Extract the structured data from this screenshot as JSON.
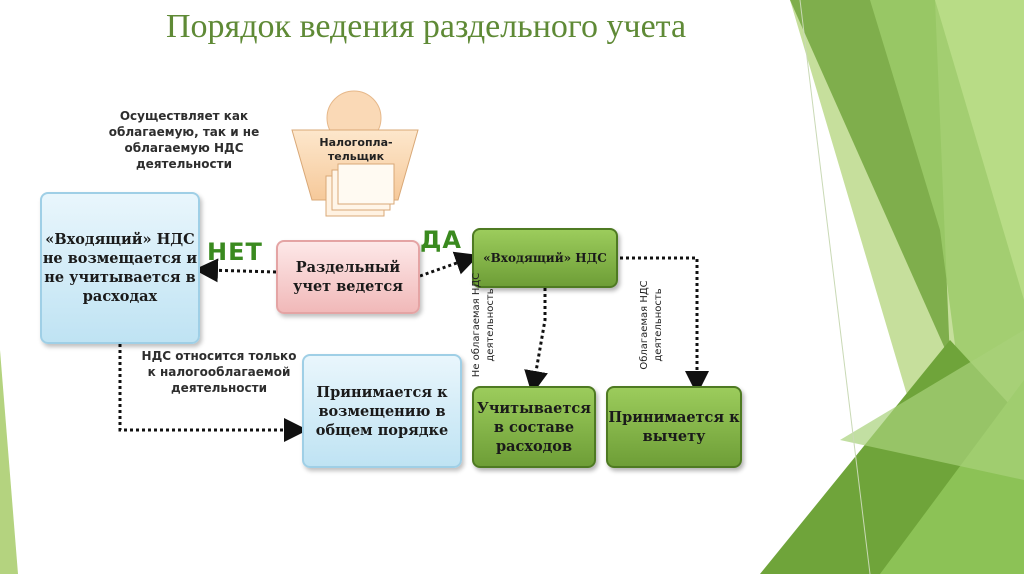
{
  "slide": {
    "title": "Порядок ведения раздельного учета"
  },
  "diagram": {
    "taxpayer": {
      "label": "Налогопла-тельщик"
    },
    "note_top": "Осуществляет как облагаемую, так и не облагаемую НДС деятельности",
    "note_bottom": "НДС относится только к налогооблагаемой деятельности",
    "center_box": "Раздельный учет ведется",
    "left_box": "«Входящий» НДС не возмещается и не учитывается в расходах",
    "bottom_mid_box": "Принимается к возмещению в общем порядке",
    "right_top_box": "«Входящий» НДС",
    "right_bottom_left_box": "Учитывается в составе расходов",
    "right_bottom_right_box": "Принимается к вычету",
    "no_label": "НЕТ",
    "yes_label": "ДА",
    "edge_label_left": "Не облагаемая НДС деятельность",
    "edge_label_right": "Облагаемая НДС деятельность"
  },
  "colors": {
    "title": "#5f8a36",
    "green_box": "#7fb144",
    "blue_box": "#c9e8f5",
    "pink_box": "#f5c6c6",
    "yes_no_text": "#3a8a1f"
  }
}
